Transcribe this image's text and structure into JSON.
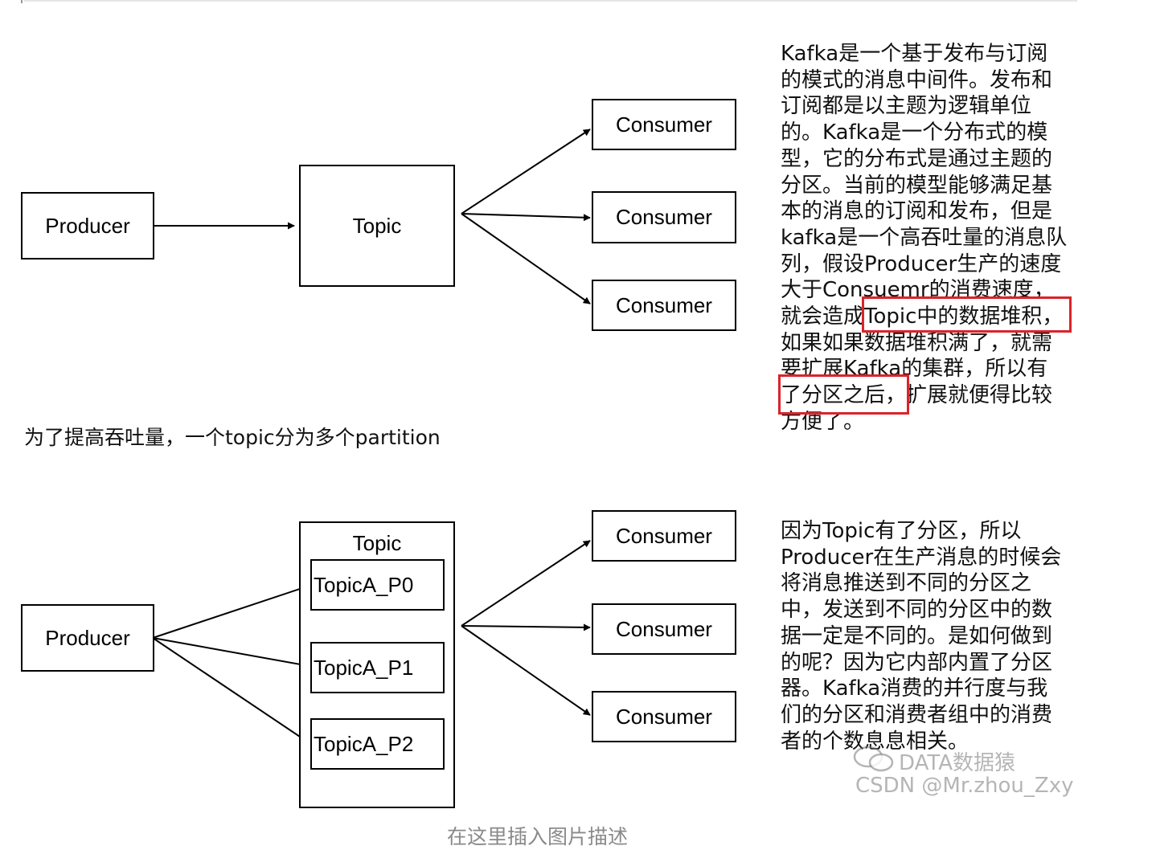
{
  "diagram1": {
    "producer": "Producer",
    "topic": "Topic",
    "consumers": [
      "Consumer",
      "Consumer",
      "Consumer"
    ]
  },
  "middle_caption": "为了提高吞吐量，一个topic分为多个partition",
  "diagram2": {
    "producer": "Producer",
    "topic": "Topic",
    "partitions": [
      "TopicA_P0",
      "TopicA_P1",
      "TopicA_P2"
    ],
    "consumers": [
      "Consumer",
      "Consumer",
      "Consumer"
    ]
  },
  "paragraph1": [
    "Kafka是一个基于发布与订阅",
    "的模式的消息中间件。发布和",
    "订阅都是以主题为逻辑单位",
    "的。Kafka是一个分布式的模",
    "型，它的分布式是通过主题的",
    "分区。当前的模型能够满足基",
    "本的消息的订阅和发布，但是",
    "kafka是一个高吞吐量的消息队",
    "列，假设Producer生产的速度",
    "大于Consuemr的消费速度，",
    "就会造成Topic中的数据堆积，",
    "如果如果数据堆积满了，就需",
    "要扩展Kafka的集群，所以有",
    "了分区之后，扩展就便得比较",
    "方便了。"
  ],
  "paragraph2": [
    "因为Topic有了分区，所以",
    "Producer在生产消息的时候会",
    "将消息推送到不同的分区之",
    "中，发送到不同的分区中的数",
    "据一定是不同的。是如何做到",
    "的呢？因为它内部内置了分区",
    "器。Kafka消费的并行度与我",
    "们的分区和消费者组中的消费",
    "者的个数息息相关。"
  ],
  "watermark": {
    "line1": "DATA数据猿",
    "line2": "CSDN @Mr.zhou_Zxy"
  },
  "figure_caption": "在这里插入图片描述",
  "colors": {
    "highlight": "#d9242a",
    "stroke": "#000000"
  }
}
